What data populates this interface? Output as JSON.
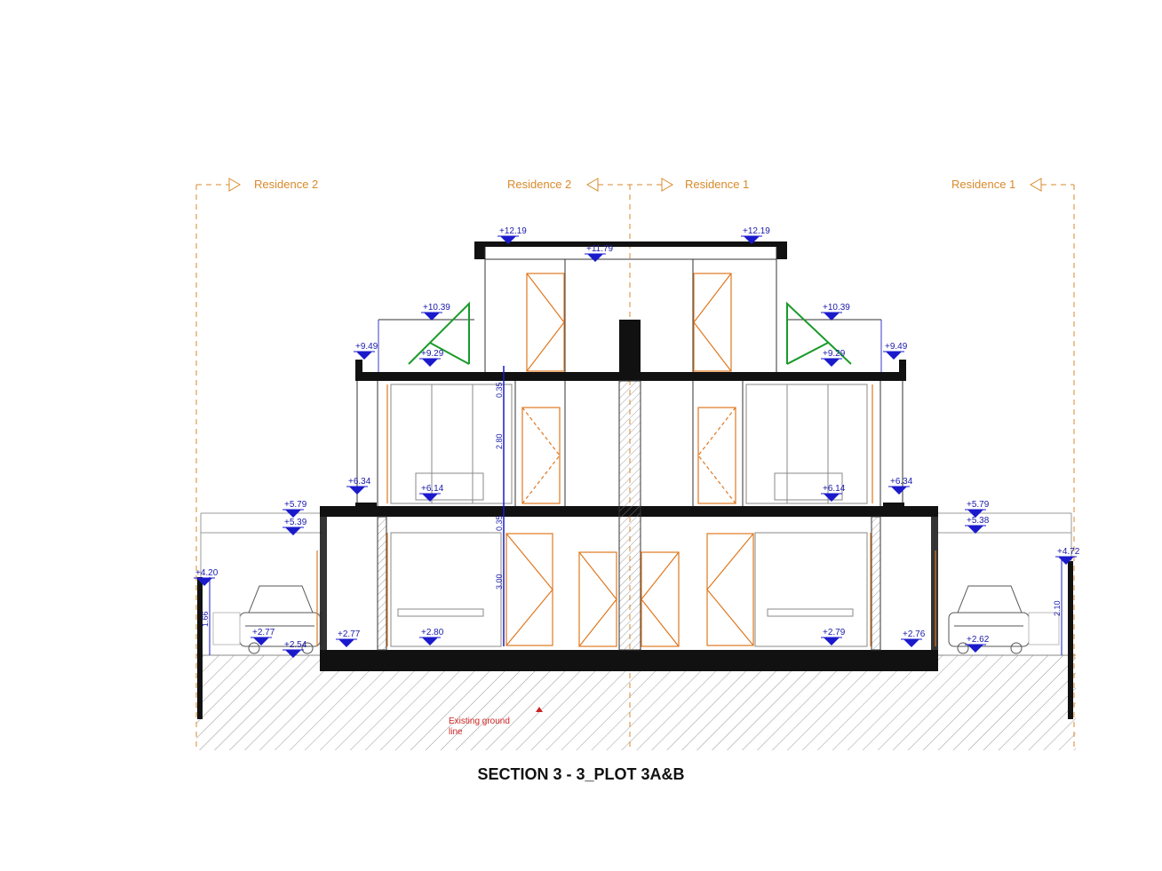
{
  "title": "SECTION 3 - 3_PLOT 3A&B",
  "colors": {
    "structure": "#000000",
    "residence_label": "#d98a2b",
    "level_marker": "#1a1acc",
    "dimension": "#1a1aaa",
    "door": "#e07820",
    "stair": "#1a9a2a",
    "note": "#cc2222",
    "ground_hatch": "#9a9a9a"
  },
  "residence_labels": [
    {
      "text": "Residence 2",
      "direction": "right"
    },
    {
      "text": "Residence 2",
      "direction": "left"
    },
    {
      "text": "Residence 1",
      "direction": "right"
    },
    {
      "text": "Residence 1",
      "direction": "left"
    }
  ],
  "levels": [
    {
      "id": "l1",
      "text": "+12.19"
    },
    {
      "id": "l2",
      "text": "+11.79"
    },
    {
      "id": "l3",
      "text": "+12.19"
    },
    {
      "id": "l4",
      "text": "+10.39"
    },
    {
      "id": "l5",
      "text": "+10.39"
    },
    {
      "id": "l6",
      "text": "+9.49"
    },
    {
      "id": "l7",
      "text": "+9.29"
    },
    {
      "id": "l8",
      "text": "+9.29"
    },
    {
      "id": "l9",
      "text": "+9.49"
    },
    {
      "id": "l10",
      "text": "+6.34"
    },
    {
      "id": "l11",
      "text": "+6.14"
    },
    {
      "id": "l12",
      "text": "+6.14"
    },
    {
      "id": "l13",
      "text": "+6.34"
    },
    {
      "id": "l14",
      "text": "+5.79"
    },
    {
      "id": "l15",
      "text": "+5.39"
    },
    {
      "id": "l16",
      "text": "+5.79"
    },
    {
      "id": "l17",
      "text": "+5.38"
    },
    {
      "id": "l18",
      "text": "+4.20"
    },
    {
      "id": "l19",
      "text": "+4.72"
    },
    {
      "id": "l20",
      "text": "+2.77"
    },
    {
      "id": "l21",
      "text": "+2.54"
    },
    {
      "id": "l22",
      "text": "+2.77"
    },
    {
      "id": "l23",
      "text": "+2.80"
    },
    {
      "id": "l24",
      "text": "+2.79"
    },
    {
      "id": "l25",
      "text": "+2.76"
    },
    {
      "id": "l26",
      "text": "+2.62"
    }
  ],
  "dimensions": [
    {
      "id": "d1",
      "text": "0.35"
    },
    {
      "id": "d2",
      "text": "2.80"
    },
    {
      "id": "d3",
      "text": "0.35"
    },
    {
      "id": "d4",
      "text": "3.00"
    },
    {
      "id": "d5",
      "text": "1.66"
    },
    {
      "id": "d6",
      "text": "2.10"
    }
  ],
  "notes": {
    "existing_ground_line_1": "Existing ground",
    "existing_ground_line_2": "line"
  }
}
